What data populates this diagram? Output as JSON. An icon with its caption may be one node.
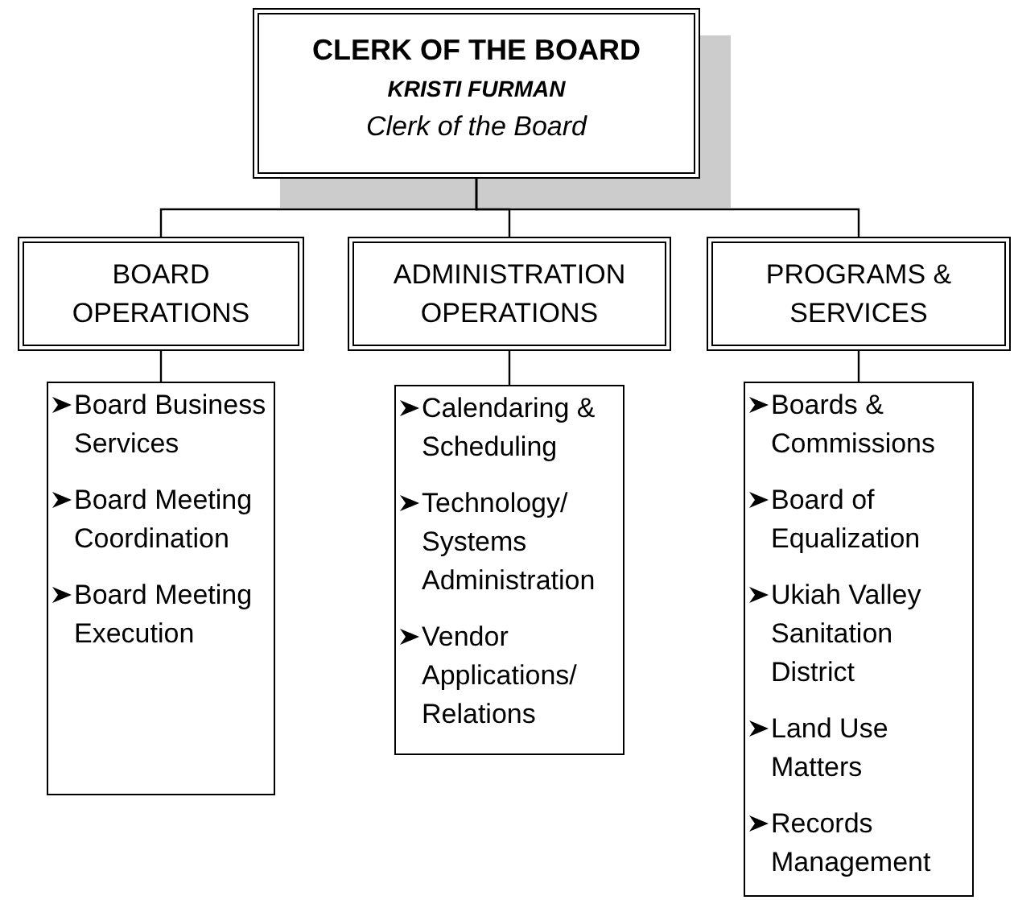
{
  "diagram": {
    "nodes": [
      {
        "text": [
          "CLERK OF THE BOARD",
          "KRISTI FURMAN",
          "Clerk of the Board"
        ]
      },
      {
        "text": [
          "BOARD OPERATIONS"
        ]
      },
      {
        "text": [
          "ADMINISTRATION OPERATIONS"
        ]
      },
      {
        "text": [
          "PROGRAMS & SERVICES"
        ]
      },
      {
        "text": [
          "Board Business Services",
          "Board Meeting Coordination",
          "Board Meeting Execution"
        ]
      },
      {
        "text": [
          "Calendaring & Scheduling",
          "Technology/ Systems Administration",
          "Vendor Applications/ Relations"
        ]
      },
      {
        "text": [
          "Boards & Commissions",
          "Board of Equalization",
          "Ukiah Valley Sanitation District",
          "Land Use Matters",
          "Records Management"
        ]
      }
    ],
    "edges": [
      {
        "from": 0,
        "to": 1,
        "arrow": "none"
      },
      {
        "from": 0,
        "to": 2,
        "arrow": "none"
      },
      {
        "from": 0,
        "to": 3,
        "arrow": "none"
      },
      {
        "from": 1,
        "to": 4,
        "arrow": "none"
      },
      {
        "from": 2,
        "to": 5,
        "arrow": "none"
      },
      {
        "from": 3,
        "to": 6,
        "arrow": "none"
      }
    ]
  }
}
